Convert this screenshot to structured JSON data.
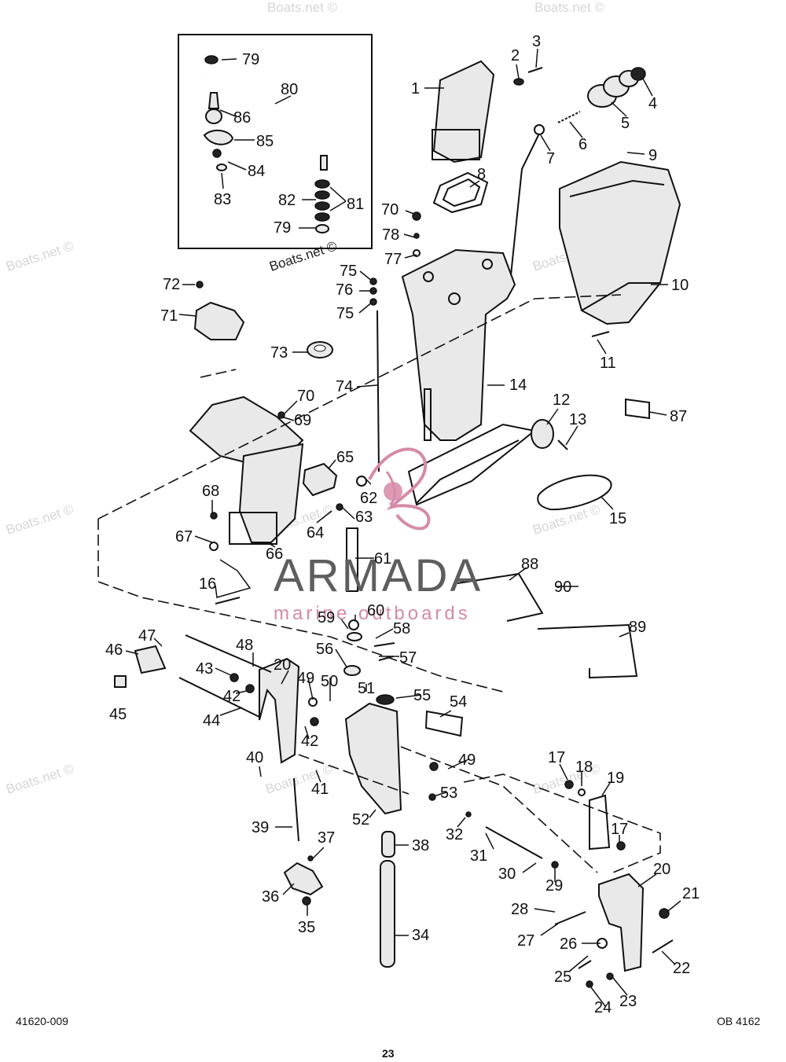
{
  "callouts": [
    "1",
    "2",
    "3",
    "4",
    "5",
    "6",
    "7",
    "8",
    "9",
    "10",
    "11",
    "12",
    "13",
    "14",
    "15",
    "16",
    "17",
    "17",
    "18",
    "19",
    "20",
    "20",
    "21",
    "22",
    "23",
    "24",
    "25",
    "26",
    "27",
    "28",
    "29",
    "30",
    "31",
    "32",
    "34",
    "35",
    "36",
    "37",
    "38",
    "39",
    "40",
    "41",
    "42",
    "42",
    "43",
    "44",
    "45",
    "46",
    "47",
    "48",
    "49",
    "49",
    "50",
    "51",
    "52",
    "53",
    "54",
    "55",
    "56",
    "57",
    "58",
    "59",
    "60",
    "61",
    "62",
    "63",
    "64",
    "65",
    "66",
    "67",
    "68",
    "69",
    "70",
    "70",
    "71",
    "72",
    "73",
    "74",
    "75",
    "75",
    "76",
    "77",
    "78",
    "79",
    "79",
    "80",
    "81",
    "82",
    "83",
    "84",
    "85",
    "86",
    "87",
    "88",
    "89",
    "90"
  ],
  "watermark": "Boats.net ©",
  "logo": {
    "name": "ARMADA",
    "tagline": "marine outboards",
    "color": "#d58aa8"
  },
  "footer": {
    "left_code": "41620-009",
    "right_code": "OB 4162",
    "page_number": "23"
  }
}
